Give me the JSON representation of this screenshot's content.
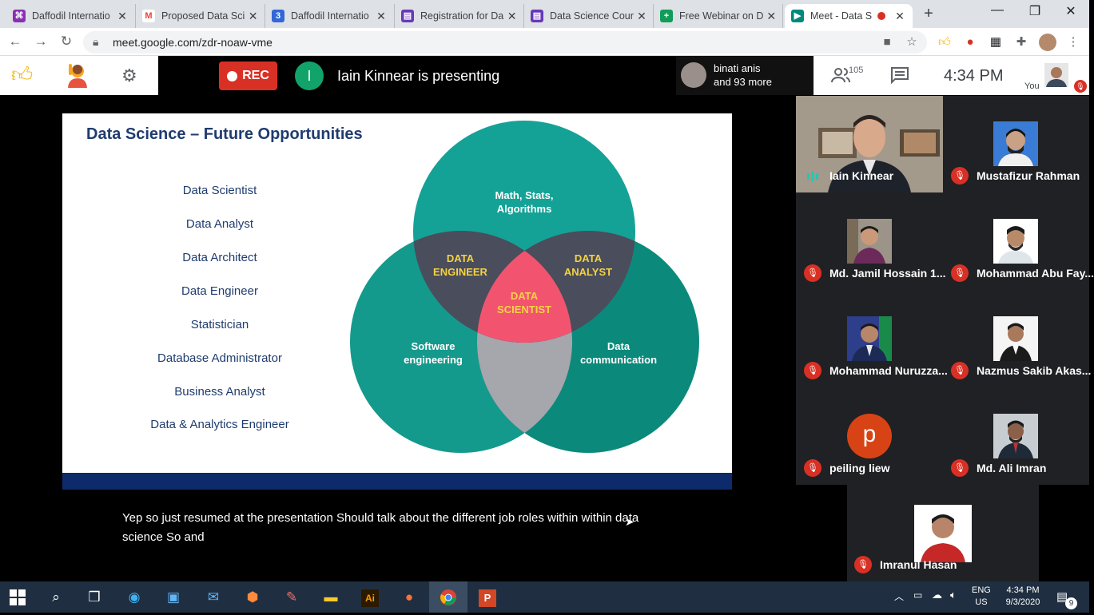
{
  "browser": {
    "tabs": [
      {
        "title": "Daffodil Internatio",
        "favicon_color": "#8b2fb3",
        "favicon_glyph": "⌘"
      },
      {
        "title": "Proposed Data Sci",
        "favicon_color": "#ea4335",
        "favicon_glyph": "M"
      },
      {
        "title": "Daffodil Internatio",
        "favicon_color": "#3367d6",
        "favicon_glyph": "3"
      },
      {
        "title": "Registration for Da",
        "favicon_color": "#673ab7",
        "favicon_glyph": "▤"
      },
      {
        "title": "Data Science Cour",
        "favicon_color": "#673ab7",
        "favicon_glyph": "▤"
      },
      {
        "title": "Free Webinar on D",
        "favicon_color": "#0f9d58",
        "favicon_glyph": "+"
      },
      {
        "title": "Meet - Data S",
        "favicon_color": "#00897b",
        "favicon_glyph": "▶"
      }
    ],
    "url": "meet.google.com/zdr-noaw-vme"
  },
  "meet": {
    "rec_label": "REC",
    "presenter_initial": "I",
    "presenting_text": "Iain Kinnear is presenting",
    "viewers_line1": "binati anis",
    "viewers_line2": "and 93 more",
    "people_count": "105",
    "clock": "4:34 PM",
    "you_label": "You",
    "caption": "Yep so just resumed at the presentation Should talk about the different job roles within within data science So and"
  },
  "slide": {
    "title": "Data Science – Future Opportunities",
    "roles": [
      "Data Scientist",
      "Data Analyst",
      "Data Architect",
      "Data Engineer",
      "Statistician",
      "Database Administrator",
      "Business Analyst",
      "Data & Analytics Engineer"
    ],
    "venn": {
      "top_circle": "Math, Stats, Algorithms",
      "left_circle": "Software engineering",
      "right_circle": "Data communication",
      "left_overlap": "DATA ENGINEER",
      "right_overlap": "DATA ANALYST",
      "center": "DATA SCIENTIST",
      "colors": {
        "top": "#14a296",
        "left": "#149a8c",
        "right": "#0b8a7c",
        "overlap": "#4a4d5c",
        "center": "#f25470",
        "bottom": "#a6a6ad"
      }
    }
  },
  "participants": [
    {
      "name": "Iain Kinnear",
      "mic": "speaking"
    },
    {
      "name": "Mustafizur Rahman",
      "mic": "muted"
    },
    {
      "name": "Md. Jamil Hossain 1...",
      "mic": "muted"
    },
    {
      "name": "Mohammad Abu Fay...",
      "mic": "muted"
    },
    {
      "name": "Mohammad Nuruzza...",
      "mic": "muted"
    },
    {
      "name": "Nazmus Sakib Akas...",
      "mic": "muted"
    },
    {
      "name": "peiling liew",
      "mic": "muted",
      "initial": "p"
    },
    {
      "name": "Md. Ali Imran",
      "mic": "muted"
    },
    {
      "name": "Imranul Hasan",
      "mic": "muted"
    }
  ],
  "taskbar": {
    "lang1": "ENG",
    "lang2": "US",
    "time": "4:34 PM",
    "date": "9/3/2020",
    "notifications": "9"
  }
}
